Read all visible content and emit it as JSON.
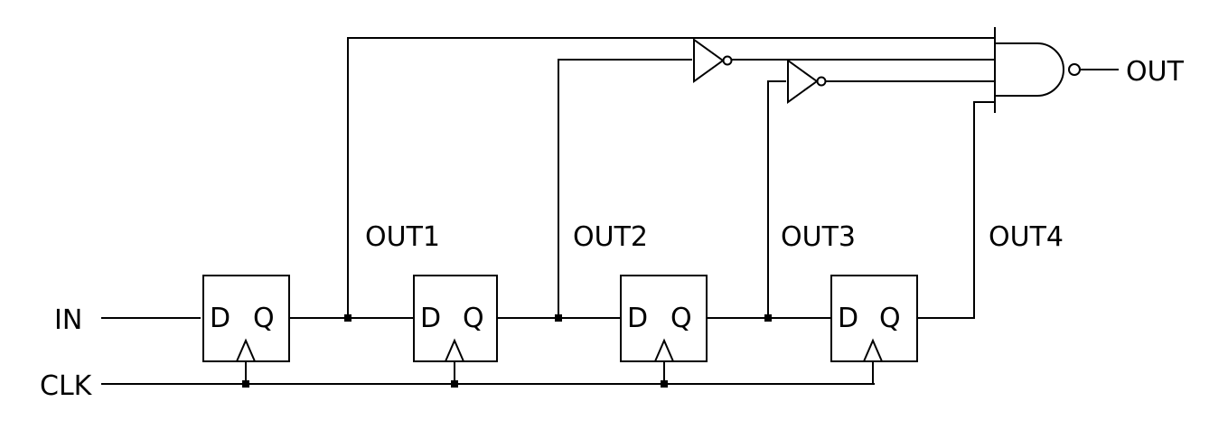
{
  "labels": {
    "input": "IN",
    "clock": "CLK",
    "output": "OUT"
  },
  "flipflops": [
    {
      "d": "D",
      "q": "Q",
      "out": "OUT1"
    },
    {
      "d": "D",
      "q": "Q",
      "out": "OUT2"
    },
    {
      "d": "D",
      "q": "Q",
      "out": "OUT3"
    },
    {
      "d": "D",
      "q": "Q",
      "out": "OUT4"
    }
  ]
}
